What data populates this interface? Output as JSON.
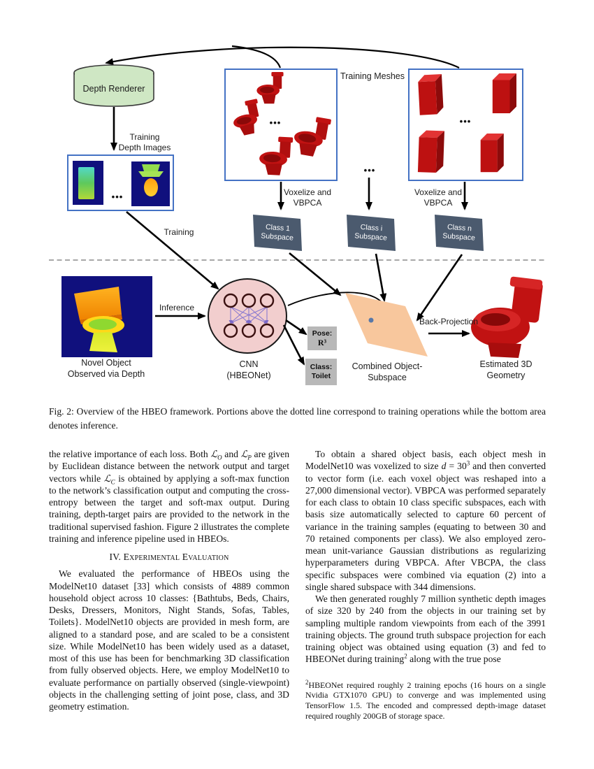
{
  "figure": {
    "caption": "Fig. 2: Overview of the HBEO framework. Portions above the dotted line correspond to training operations while the bottom area denotes inference.",
    "labels": {
      "depth_renderer": "Depth Renderer",
      "training_depth_images": "Training\nDepth Images",
      "training_meshes": "Training Meshes",
      "voxelize_vbpca": "Voxelize and\nVBPCA",
      "training": "Training",
      "inference": "Inference",
      "back_projection": "Back-Projection",
      "class_1_subspace": "Class 1\nSubspace",
      "class_i_subspace": "Class i\nSubspace",
      "class_n_subspace": "Class n\nSubspace",
      "novel_object": "Novel Object\nObserved via Depth",
      "cnn": "CNN\n(HBEONet)",
      "combined_subspace": "Combined Object-\nSubspace",
      "estimated_3d": "Estimated 3D\nGeometry",
      "pose_label": "Pose:",
      "pose_value": "R³",
      "class_label": "Class:",
      "class_value": "Toilet",
      "ellipsis": "•••"
    },
    "colors": {
      "mesh_red": "#c11212",
      "box_border_blue": "#4472c4",
      "cylinder_green": "#cfe7c4",
      "subspace_slate": "#4b5a6e",
      "cnn_pink": "#f2cece",
      "combined_orange": "#f8c79d",
      "depth_navy": "#10107d",
      "output_gray": "#b8b8b8"
    }
  },
  "article": {
    "left_column": {
      "para1_html": "the relative importance of each loss. Both <i>ℒ<sub>O</sub></i> and <i>ℒ<sub>P</sub></i> are given by Euclidean distance between the network output and target vectors while <i>ℒ<sub>C</sub></i> is obtained by applying a soft-max function to the network&rsquo;s classification output and computing the cross-entropy between the target and soft-max output. During training, depth-target pairs are provided to the network in the traditional supervised fashion. Figure 2 illustrates the complete training and inference pipeline used in HBEOs.",
      "section_heading": "IV. Experimental Evaluation",
      "para2_html": "We evaluated the performance of HBEOs using the ModelNet10 dataset [33] which consists of 4889 common household object across 10 classes: {Bathtubs, Beds, Chairs, Desks, Dressers, Monitors, Night Stands, Sofas, Tables, Toilets}. ModelNet10 objects are provided in mesh form, are aligned to a standard pose, and are scaled to be a consistent size. While ModelNet10 has been widely used as a dataset, most of this use has been for benchmarking 3D classification from fully observed objects. Here, we employ ModelNet10 to evaluate performance on partially observed (single-viewpoint) objects in the challenging setting of joint pose, class, and 3D geometry estimation."
    },
    "right_column": {
      "para1_html": "To obtain a shared object basis, each object mesh in ModelNet10 was voxelized to size <i>d</i> = 30<sup>3</sup> and then converted to vector form (i.e. each voxel object was reshaped into a 27,000 dimensional vector). VBPCA was performed separately for each class to obtain 10 class specific subspaces, each with basis size automatically selected to capture 60 percent of variance in the training samples (equating to between 30 and 70 retained components per class). We also employed zero-mean unit-variance Gaussian distributions as regularizing hyperparameters during VBPCA. After VBCPA, the class specific subspaces were combined via equation (2) into a single shared subspace with 344 dimensions.",
      "para2_html": "We then generated roughly 7 million synthetic depth images of size 320 by 240 from the objects in our training set by sampling multiple random viewpoints from each of the 3991 training objects. The ground truth subspace projection for each training object was obtained using equation (3) and fed to HBEONet during training<sup>2</sup> along with the true pose",
      "footnote_html": "<sup>2</sup>HBEONet required roughly 2 training epochs (16 hours on a single Nvidia GTX1070 GPU) to converge and was implemented using TensorFlow 1.5. The encoded and compressed depth-image dataset required roughly 200GB of storage space."
    }
  }
}
